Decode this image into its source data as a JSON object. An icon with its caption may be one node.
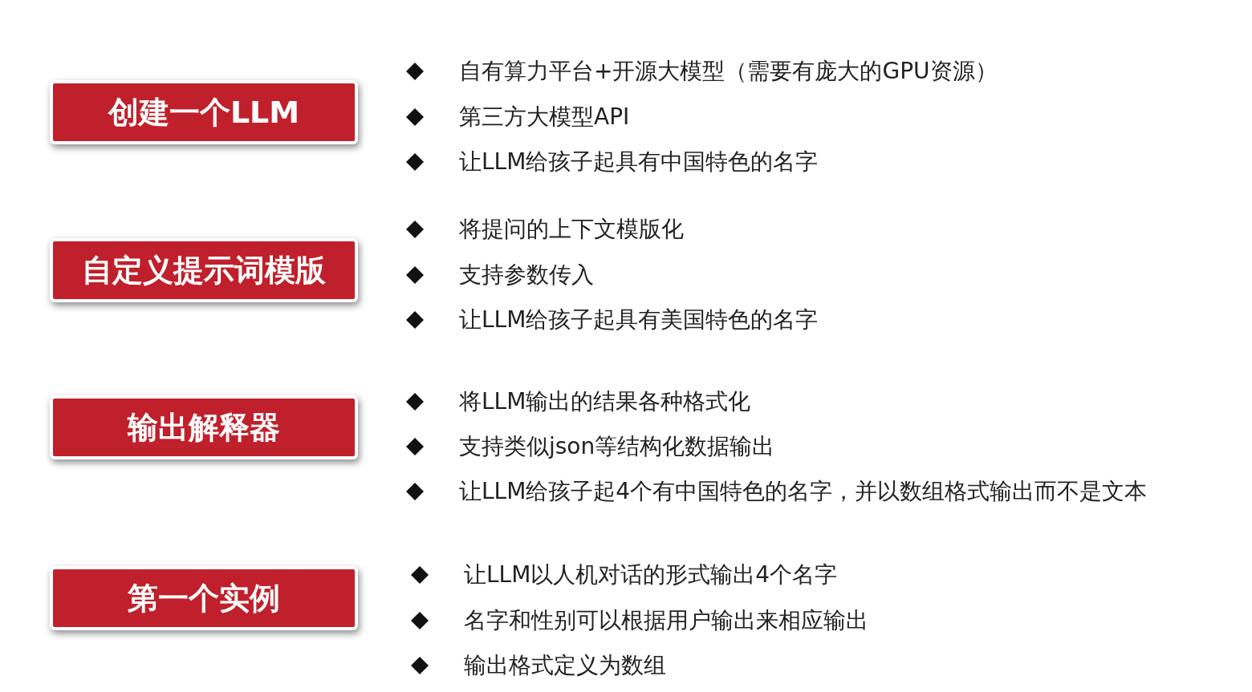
{
  "diagram": {
    "nodes": [
      {
        "text": [
          "创建一个LLM"
        ]
      },
      {
        "text": [
          "自定义提示词模版"
        ]
      },
      {
        "text": [
          "输出解释器"
        ]
      },
      {
        "text": [
          "第一个实例"
        ]
      }
    ],
    "labels": [
      "自有算力平台+开源大模型（需要有庞大的GPU资源）",
      "第三方大模型API",
      "让LLM给孩子起具有中国特色的名字",
      "将提问的上下文模版化",
      "支持参数传入",
      "让LLM给孩子起具有美国特色的名字",
      "将LLM输出的结果各种格式化",
      "支持类似json等结构化数据输出",
      "让LLM给孩子起4个有中国特色的名字，并以数组格式输出而不是文本",
      "让LLM以人机对话的形式输出4个名字",
      "名字和性别可以根据用户输出来相应输出",
      "输出格式定义为数组"
    ]
  }
}
